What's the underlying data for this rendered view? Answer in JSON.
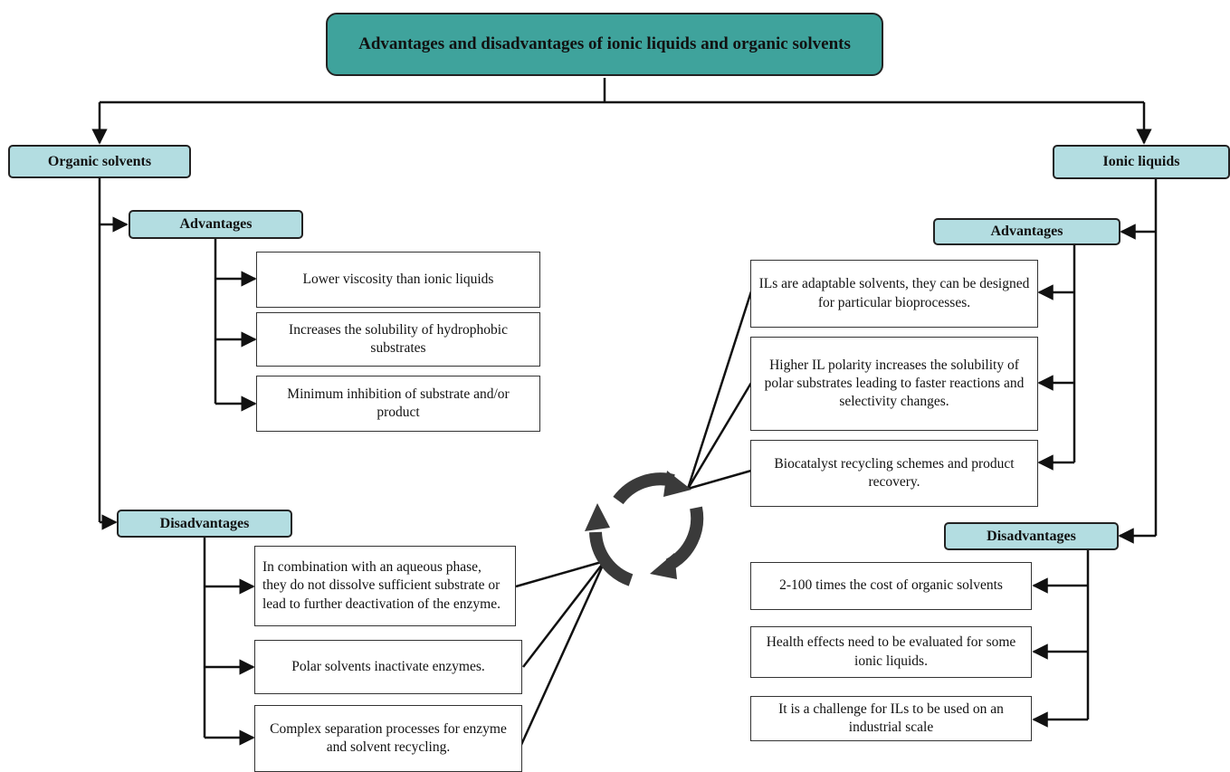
{
  "title": "Advantages and disadvantages of ionic liquids and organic solvents",
  "organic": {
    "label": "Organic solvents",
    "advantages_label": "Advantages",
    "advantages": [
      "Lower viscosity than ionic liquids",
      "Increases the solubility of hydrophobic substrates",
      "Minimum inhibition of substrate and/or product"
    ],
    "disadvantages_label": "Disadvantages",
    "disadvantages": [
      "In combination with an aqueous phase, they do not dissolve sufficient substrate or lead to further deactivation of the enzyme.",
      "Polar solvents inactivate enzymes.",
      "Complex separation processes for enzyme and solvent recycling."
    ]
  },
  "ionic": {
    "label": "Ionic liquids",
    "advantages_label": "Advantages",
    "advantages": [
      "ILs are adaptable solvents, they can be designed for particular bioprocesses.",
      "Higher IL polarity increases the solubility of polar substrates leading to faster reactions and selectivity changes.",
      "Biocatalyst recycling schemes and product recovery."
    ],
    "disadvantages_label": "Disadvantages",
    "disadvantages": [
      "2-100 times the cost of organic solvents",
      "Health effects need to be evaluated for some ionic liquids.",
      "It is a challenge for ILs to be used on an industrial scale"
    ]
  },
  "colors": {
    "title_fill": "#3fa39c",
    "category_fill": "#b3dde1",
    "cycle_icon": "#3a3a3a"
  },
  "icons": [
    "recycle-cycle-icon"
  ]
}
